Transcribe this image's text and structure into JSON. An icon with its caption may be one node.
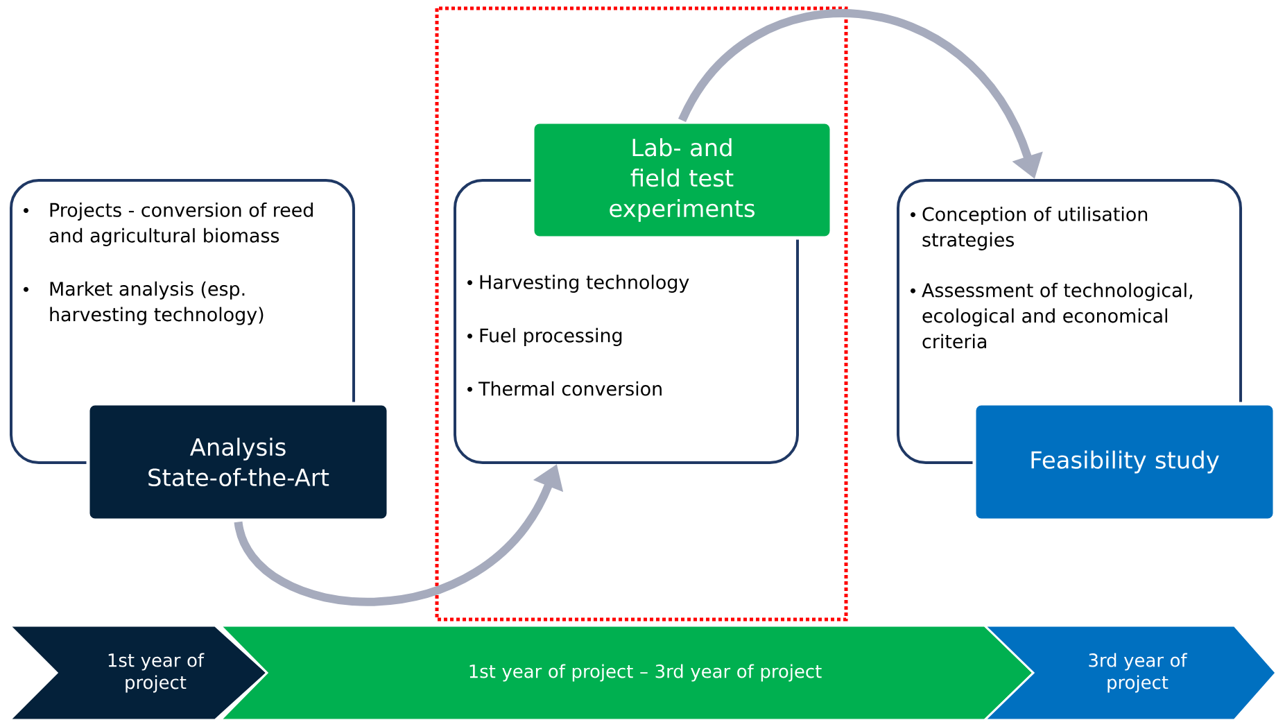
{
  "diagram": {
    "nodes": [
      {
        "text": [
          "Projects - conversion of reed and agricultural biomass",
          "Market analysis (esp. harvesting technology)"
        ]
      },
      {
        "text": [
          "Analysis State-of-the-Art"
        ]
      },
      {
        "text": [
          "Harvesting technology",
          "Fuel processing",
          "Thermal conversion"
        ]
      },
      {
        "text": [
          "Lab- and field test experiments"
        ]
      },
      {
        "text": [
          "Conception of utilisation strategies",
          "Assessment of technological, ecological and economical criteria"
        ]
      },
      {
        "text": [
          "Feasibility study"
        ]
      },
      {
        "text": [
          "1st year of project"
        ]
      },
      {
        "text": [
          "1st year of project – 3rd year of project"
        ]
      },
      {
        "text": [
          "3rd year of project"
        ]
      }
    ],
    "edges": [
      {
        "from": 1,
        "to": 2,
        "arrow": "to"
      },
      {
        "from": 3,
        "to": 4,
        "arrow": "to"
      }
    ]
  }
}
